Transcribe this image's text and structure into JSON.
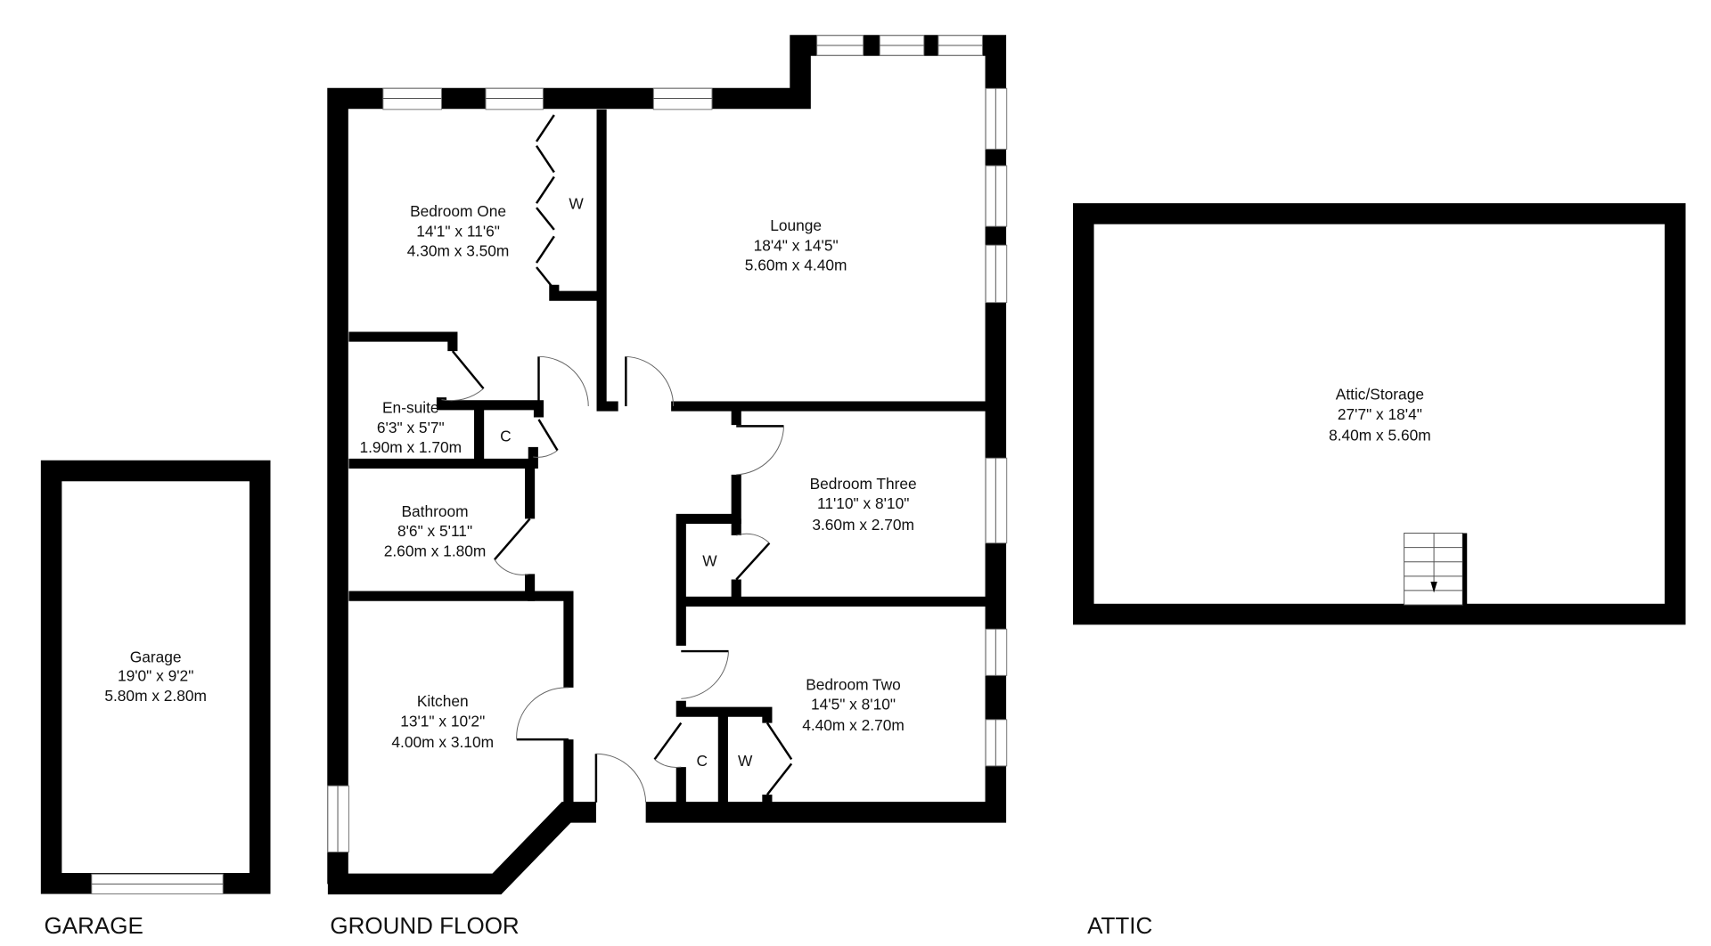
{
  "floors": {
    "garage": "GARAGE",
    "ground": "GROUND FLOOR",
    "attic": "ATTIC"
  },
  "rooms": {
    "bedroom_one": {
      "name": "Bedroom One",
      "imperial": "14'1\" x 11'6\"",
      "metric": "4.30m x 3.50m"
    },
    "lounge": {
      "name": "Lounge",
      "imperial": "18'4\" x 14'5\"",
      "metric": "5.60m x 4.40m"
    },
    "ensuite": {
      "name": "En-suite",
      "imperial": "6'3\" x 5'7\"",
      "metric": "1.90m x 1.70m"
    },
    "bathroom": {
      "name": "Bathroom",
      "imperial": "8'6\" x 5'11\"",
      "metric": "2.60m x 1.80m"
    },
    "bedroom_three": {
      "name": "Bedroom Three",
      "imperial": "11'10\" x 8'10\"",
      "metric": "3.60m x 2.70m"
    },
    "kitchen": {
      "name": "Kitchen",
      "imperial": "13'1\" x 10'2\"",
      "metric": "4.00m x 3.10m"
    },
    "bedroom_two": {
      "name": "Bedroom Two",
      "imperial": "14'5\" x 8'10\"",
      "metric": "4.40m x 2.70m"
    },
    "garage": {
      "name": "Garage",
      "imperial": "19'0\" x 9'2\"",
      "metric": "5.80m x 2.80m"
    },
    "attic": {
      "name": "Attic/Storage",
      "imperial": "27'7\" x 18'4\"",
      "metric": "8.40m x 5.60m"
    }
  },
  "closets": {
    "wardrobe": "W",
    "cupboard": "C"
  }
}
